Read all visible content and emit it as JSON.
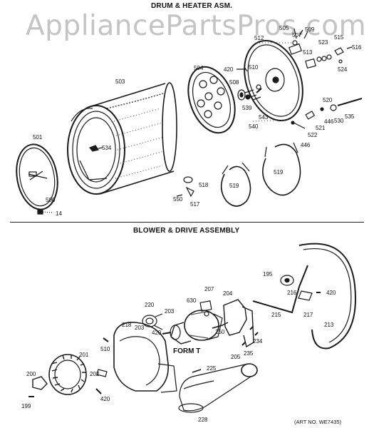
{
  "watermark": "AppliancePartsPros.com",
  "drum_section": {
    "title": "DRUM & HEATER ASM.",
    "labels": [
      "501",
      "500",
      "14",
      "503",
      "534",
      "504",
      "508",
      "550",
      "518",
      "517",
      "519",
      "519",
      "510",
      "512",
      "420",
      "539",
      "540",
      "543",
      "505",
      "507",
      "509",
      "513",
      "523",
      "515",
      "516",
      "524",
      "520",
      "535",
      "522",
      "521",
      "446",
      "446",
      "530"
    ]
  },
  "blower_section": {
    "title": "BLOWER & DRIVE ASSEMBLY",
    "form_label": "FORM T",
    "art_number": "(ART NO. WE7435)",
    "labels": [
      "195",
      "216",
      "420",
      "215",
      "217",
      "213",
      "207",
      "204",
      "630",
      "220",
      "203",
      "420",
      "203",
      "218",
      "250",
      "234",
      "235",
      "205",
      "201",
      "510",
      "225",
      "200",
      "202",
      "420",
      "199",
      "228"
    ]
  }
}
